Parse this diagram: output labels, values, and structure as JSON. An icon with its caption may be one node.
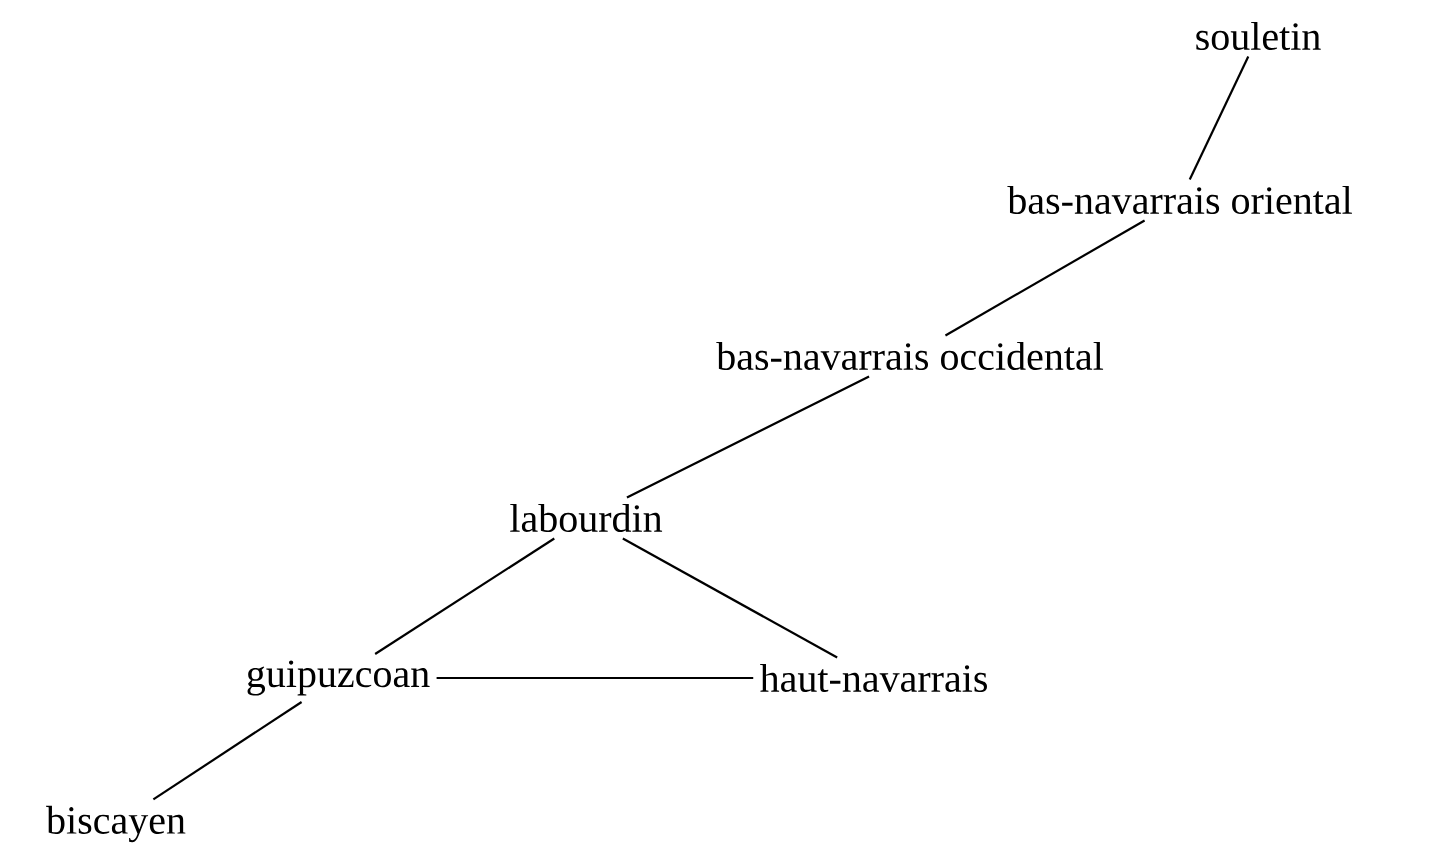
{
  "diagram": {
    "nodes": [
      {
        "text": [
          "souletin"
        ]
      },
      {
        "text": [
          "bas-navarrais oriental"
        ]
      },
      {
        "text": [
          "bas-navarrais occidental"
        ]
      },
      {
        "text": [
          "labourdin"
        ]
      },
      {
        "text": [
          "guipuzcoan"
        ]
      },
      {
        "text": [
          "haut-navarrais"
        ]
      },
      {
        "text": [
          "biscayen"
        ]
      }
    ],
    "edges": [
      {
        "from": 0,
        "to": 1,
        "arrow": "none"
      },
      {
        "from": 1,
        "to": 2,
        "arrow": "none"
      },
      {
        "from": 2,
        "to": 3,
        "arrow": "none"
      },
      {
        "from": 3,
        "to": 4,
        "arrow": "none"
      },
      {
        "from": 3,
        "to": 5,
        "arrow": "none"
      },
      {
        "from": 4,
        "to": 5,
        "arrow": "none"
      },
      {
        "from": 4,
        "to": 6,
        "arrow": "none"
      }
    ]
  }
}
